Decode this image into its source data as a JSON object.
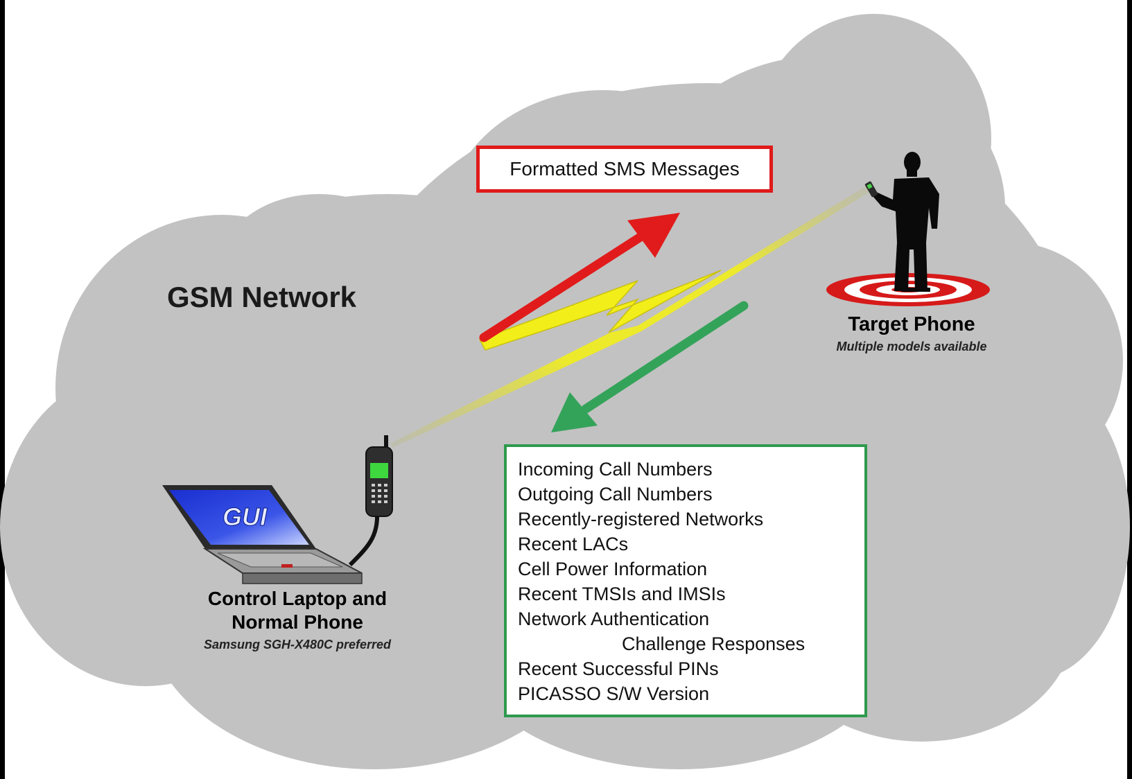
{
  "network_label": "GSM Network",
  "sms_label": "Formatted SMS Messages",
  "target": {
    "title": "Target Phone",
    "subtitle": "Multiple models available"
  },
  "controller": {
    "title_line1": "Control Laptop and",
    "title_line2": "Normal Phone",
    "subtitle": "Samsung SGH-X480C preferred",
    "screen_label": "GUI"
  },
  "retrieved_data": [
    "Incoming Call Numbers",
    "Outgoing Call Numbers",
    "Recently-registered Networks",
    "Recent LACs",
    "Cell Power Information",
    "Recent TMSIs and IMSIs",
    "Network Authentication",
    "Challenge Responses",
    "Recent Successful PINs",
    "PICASSO S/W Version"
  ],
  "colors": {
    "cloud": "#c2c2c2",
    "sms_arrow": "#e11b1b",
    "response_arrow": "#34a35a",
    "signal_bolt": "#f2ee1a",
    "target_rings": "#d61a1a",
    "screen": "#2a3fd6"
  }
}
